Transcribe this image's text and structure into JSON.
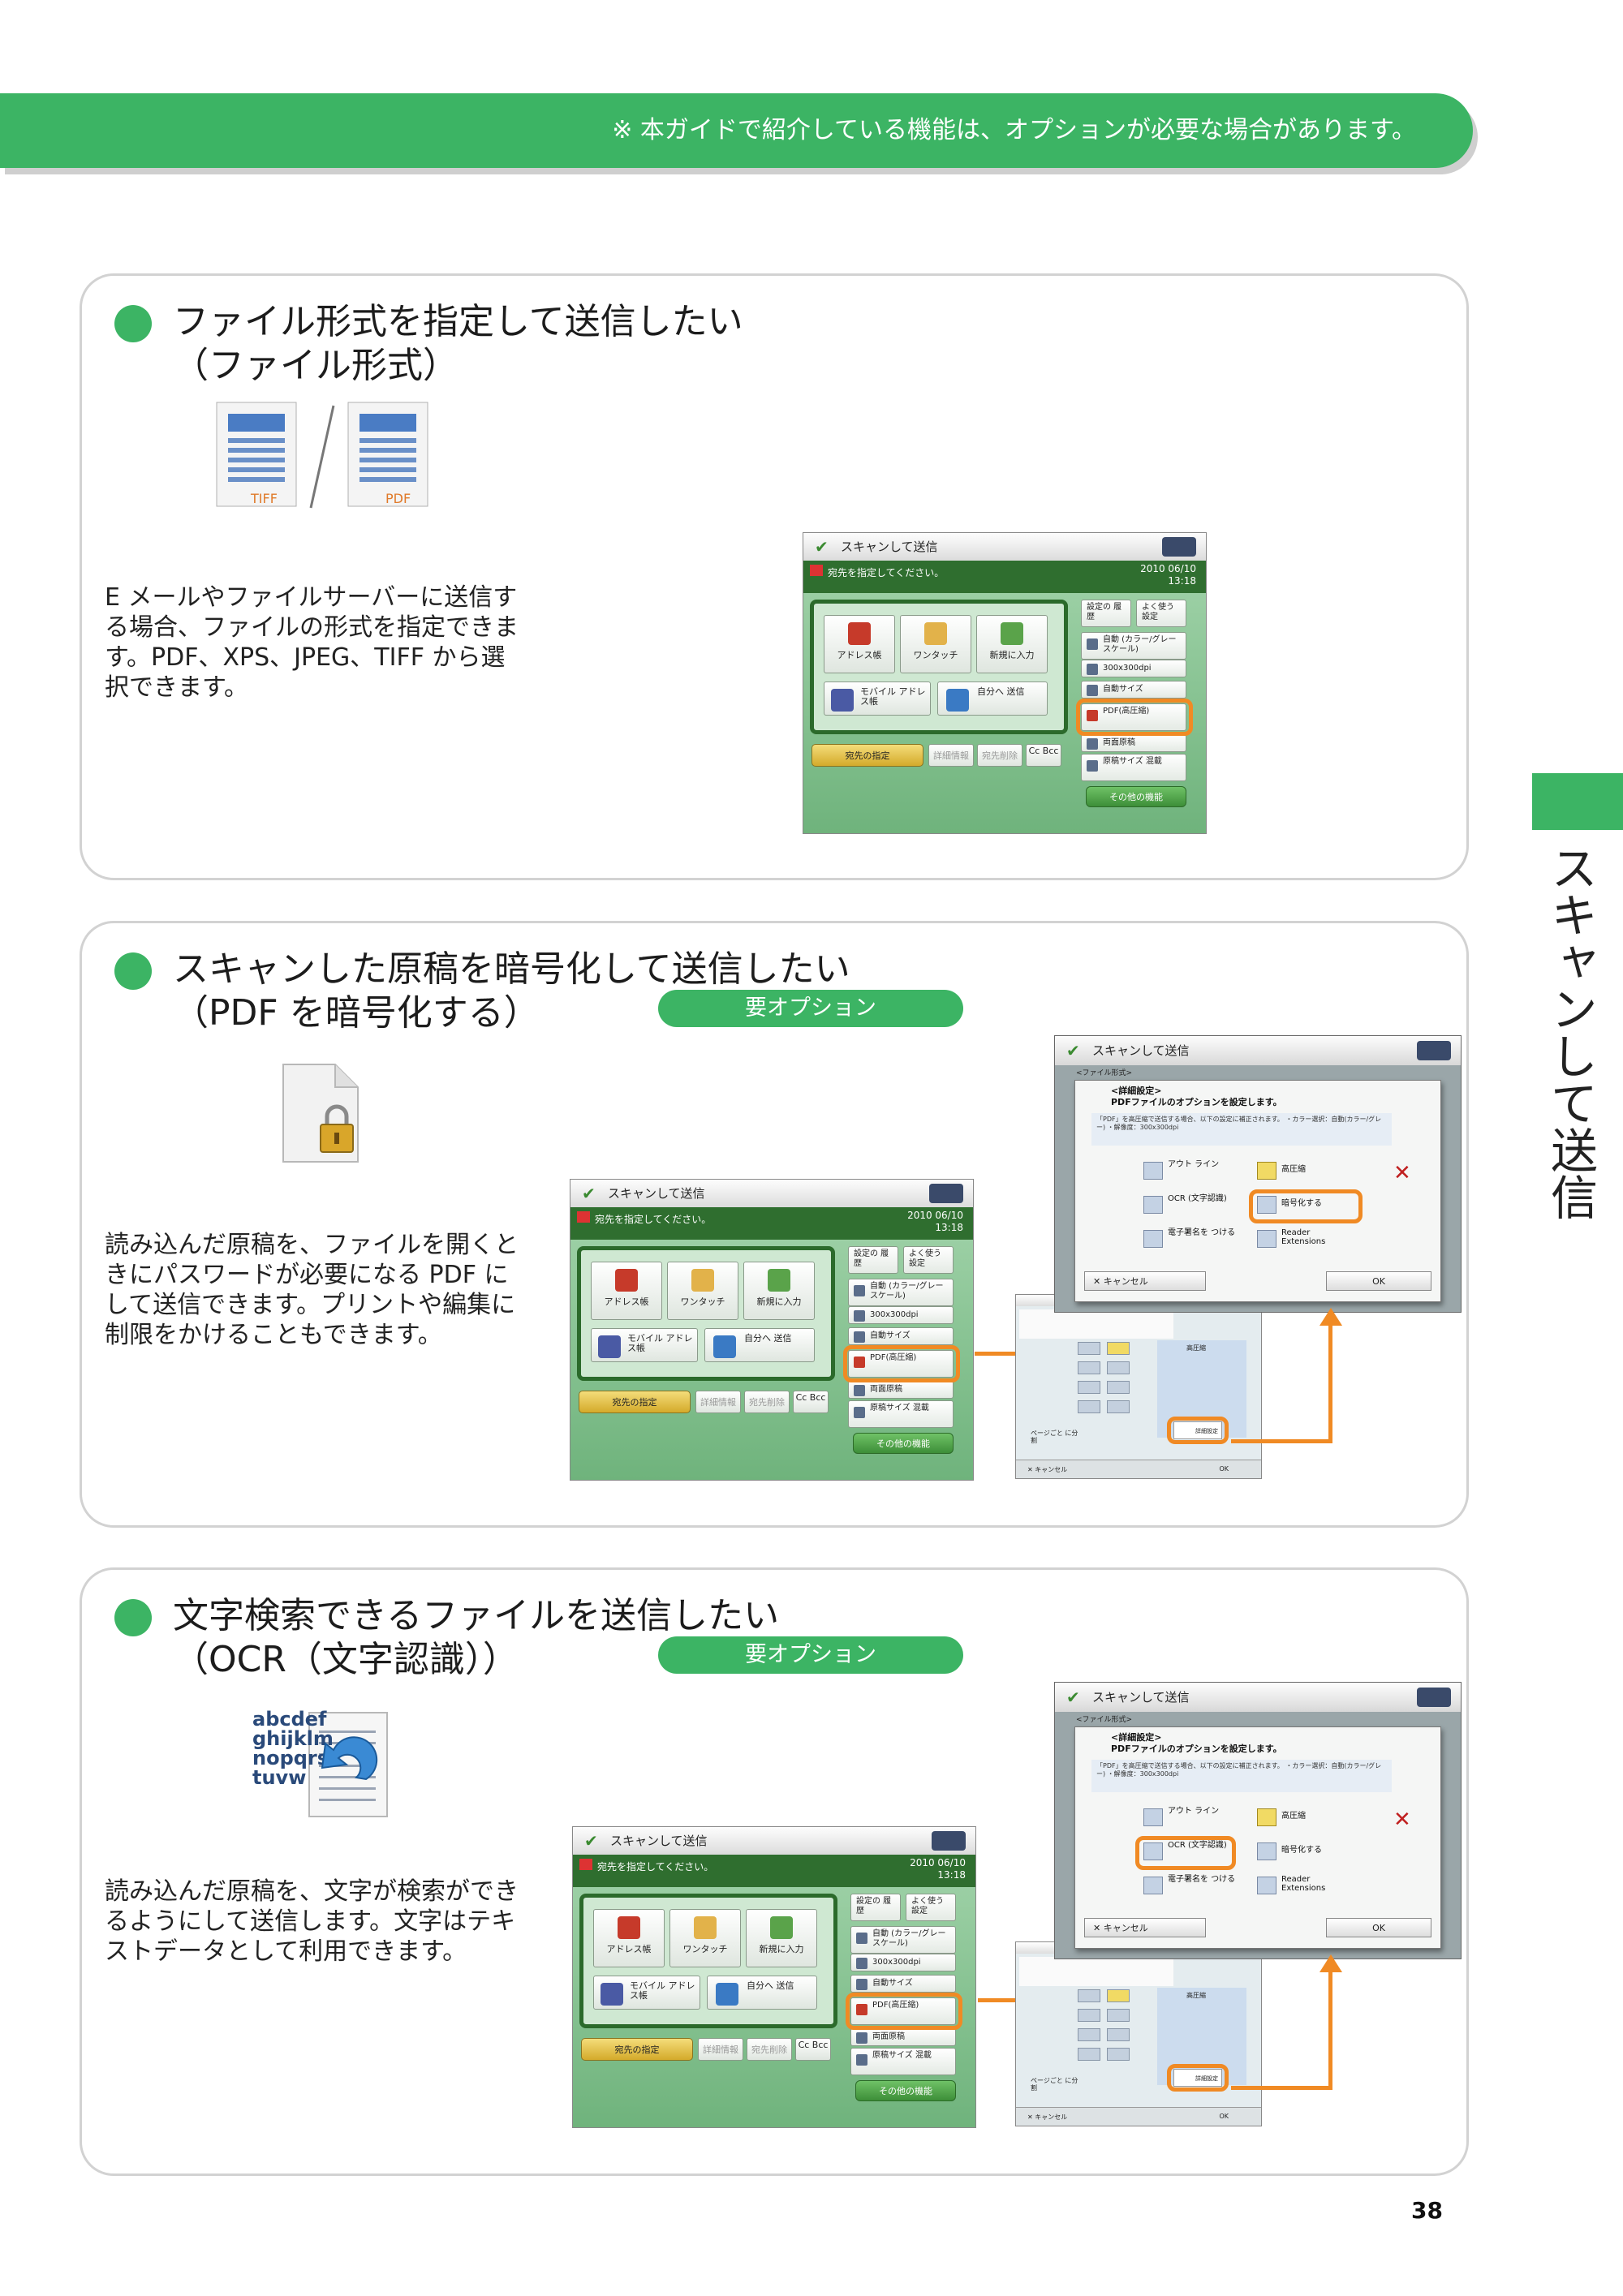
{
  "header": {
    "note": "※ 本ガイドで紹介している機能は、オプションが必要な場合があります。"
  },
  "side_tab": {
    "label": "スキャンして送信"
  },
  "page_number": "38",
  "colors": {
    "accent": "#3cb464",
    "highlight": "#f08a24"
  },
  "sections": [
    {
      "title": "ファイル形式を指定して送信したい",
      "subtitle": "（ファイル形式）",
      "icon_labels": [
        "TIFF",
        "PDF"
      ],
      "description": "E メールやファイルサーバーに送信する場合、ファイルの形式を指定できます。PDF、XPS、JPEG、TIFF から選択できます。"
    },
    {
      "title": "スキャンした原稿を暗号化して送信したい",
      "subtitle": "（PDF を暗号化する）",
      "badge": "要オプション",
      "description": "読み込んだ原稿を、ファイルを開くときにパスワードが必要になる PDF にして送信できます。プリントや編集に制限をかけることもできます。"
    },
    {
      "title": "文字検索できるファイルを送信したい",
      "subtitle": "（OCR（文字認識））",
      "badge": "要オプション",
      "icon_text": "abcdef ghijklm nopqrs tuvw",
      "description": "読み込んだ原稿を、文字が検索ができるようにして送信します。文字はテキストデータとして利用できます。"
    }
  ],
  "device_screen": {
    "title": "スキャンして送信",
    "status": "宛先を指定してください。",
    "date": "2010 06/10",
    "time": "13:18",
    "buttons": [
      "アドレス帳",
      "ワンタッチ",
      "新規に入力",
      "モバイル アドレス帳",
      "自分へ 送信"
    ],
    "destination": "宛先の指定",
    "detail": "詳細情報",
    "delete": "宛先削除",
    "ccbcc": "Cc Bcc",
    "history": "設定の 履歴",
    "favorites": "よく使う 設定",
    "color": "自動 (カラー/グレースケール)",
    "resolution": "300x300dpi",
    "auto_size": "自動サイズ",
    "pdf": "PDF(高圧縮)",
    "duplex": "両面原稿",
    "mixed": "原稿サイズ 混載",
    "other": "その他の機能"
  },
  "dialog_screen": {
    "title": "スキャンして送信",
    "crumb": "<ファイル形式>",
    "inner_title": "<詳細設定>",
    "inner_sub": "PDFファイルのオプションを設定します。",
    "info": "「PDF」を高圧縮で送信する場合、以下の設定に補正されます。 ・カラー選択：自動(カラー/グレー) ・解像度：300x300dpi",
    "opt_outline": "アウト ライン",
    "opt_ocr": "OCR (文字認識)",
    "opt_sign": "電子署名を つける",
    "opt_compact": "高圧縮",
    "opt_encrypt": "暗号化する",
    "opt_reader": "Reader Extensions",
    "cancel": "✕ キャンセル",
    "ok": "OK"
  },
  "mini_screen": {
    "detail": "詳細設定",
    "compact": "高圧縮",
    "page_split": "ページごと に分割",
    "cancel": "✕ キャンセル",
    "ok": "OK"
  }
}
